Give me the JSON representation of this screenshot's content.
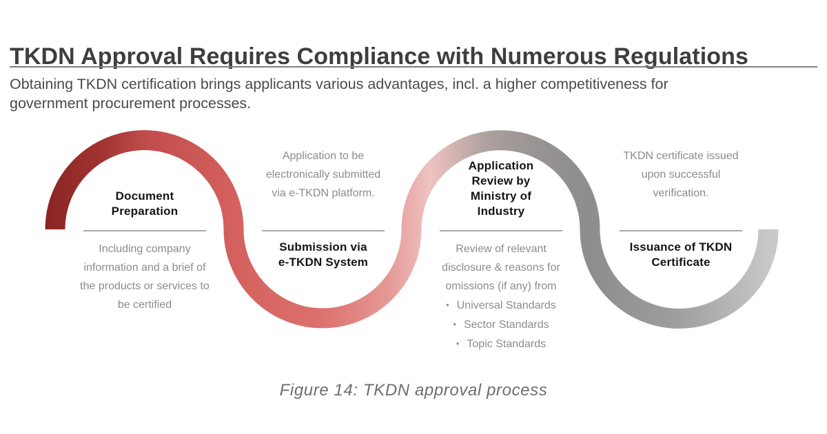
{
  "header": {
    "title": "TKDN Approval Requires Compliance with Numerous Regulations",
    "subtitle_lines": [
      "Obtaining TKDN certification brings applicants various advantages, incl. a higher competitiveness for",
      "government procurement processes."
    ]
  },
  "diagram": {
    "bullet_char": "•",
    "steps": [
      {
        "title": "Document Preparation",
        "title_lines": [
          "Document",
          "Preparation"
        ],
        "desc_lines": [
          "Including company",
          "information and a brief of",
          "the products or services to",
          "be certified"
        ]
      },
      {
        "title": "Submission via e-TKDN System",
        "desc_lines": [
          "Application to be",
          "electronically submitted",
          "via e-TKDN platform."
        ],
        "title_lines": [
          "Submission via",
          "e-TKDN System"
        ]
      },
      {
        "title": "Application Review by Ministry of Industry",
        "title_lines": [
          "Application",
          "Review by",
          "Ministry of",
          "Industry"
        ],
        "desc_lines": [
          "Review of relevant",
          "disclosure & reasons for",
          "omissions (if any) from"
        ],
        "bullets": [
          "Universal Standards",
          "Sector Standards",
          "Topic Standards"
        ]
      },
      {
        "title": "Issuance of TKDN Certificate",
        "desc_lines": [
          "TKDN certificate issued",
          "upon successful",
          "verification."
        ],
        "title_lines": [
          "Issuance of TKDN",
          "Certificate"
        ]
      }
    ]
  },
  "caption": "Figure 14: TKDN approval process",
  "colors": {
    "title_text": "#3e3e40",
    "subtitle_text": "#4a4a4a",
    "step_title_text": "#141414",
    "step_desc_text": "#8c8c8c",
    "step_divider": "#a9a9a9",
    "header_rule": "#7d7d7d",
    "caption_text": "#6e6e6e",
    "ribbon_gradient": [
      "#8a2523",
      "#a23431",
      "#c14e4c",
      "#d4615e",
      "#dc716e",
      "#e59895",
      "#eec3c1",
      "#a49b9a",
      "#939191",
      "#8d8d8d",
      "#9e9e9e",
      "#b5b5b5",
      "#c9c9c9"
    ]
  }
}
